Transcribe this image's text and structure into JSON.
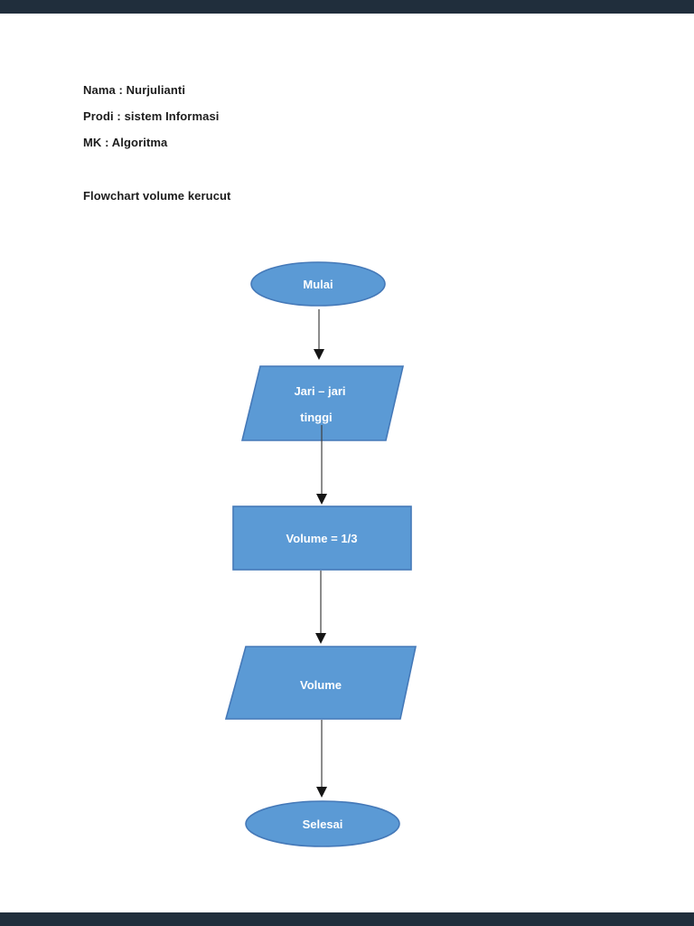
{
  "viewer": {
    "letterbox_color": "#202e3c",
    "page_background": "#ffffff"
  },
  "header": {
    "nama_line": "Nama : Nurjulianti",
    "prodi_line": "Prodi : sistem Informasi",
    "mk_line": "MK : Algoritma",
    "title_line": "Flowchart volume kerucut"
  },
  "flowchart": {
    "fill_color": "#5b9ad5",
    "border_color": "#4579b8",
    "label_color": "#ffffff",
    "connector_color": "#3f3f3f",
    "nodes": [
      {
        "id": "start",
        "type": "ellipse",
        "label": "Mulai"
      },
      {
        "id": "input",
        "type": "parallelogram",
        "lines": {
          "0": "Jari – jari",
          "1": "tinggi"
        }
      },
      {
        "id": "process",
        "type": "rectangle",
        "label": "Volume = 1/3"
      },
      {
        "id": "output",
        "type": "parallelogram",
        "label": "Volume"
      },
      {
        "id": "end",
        "type": "ellipse",
        "label": "Selesai"
      }
    ],
    "connections": [
      {
        "from": "start",
        "to": "input"
      },
      {
        "from": "input",
        "to": "process"
      },
      {
        "from": "process",
        "to": "output"
      },
      {
        "from": "output",
        "to": "end"
      }
    ]
  }
}
